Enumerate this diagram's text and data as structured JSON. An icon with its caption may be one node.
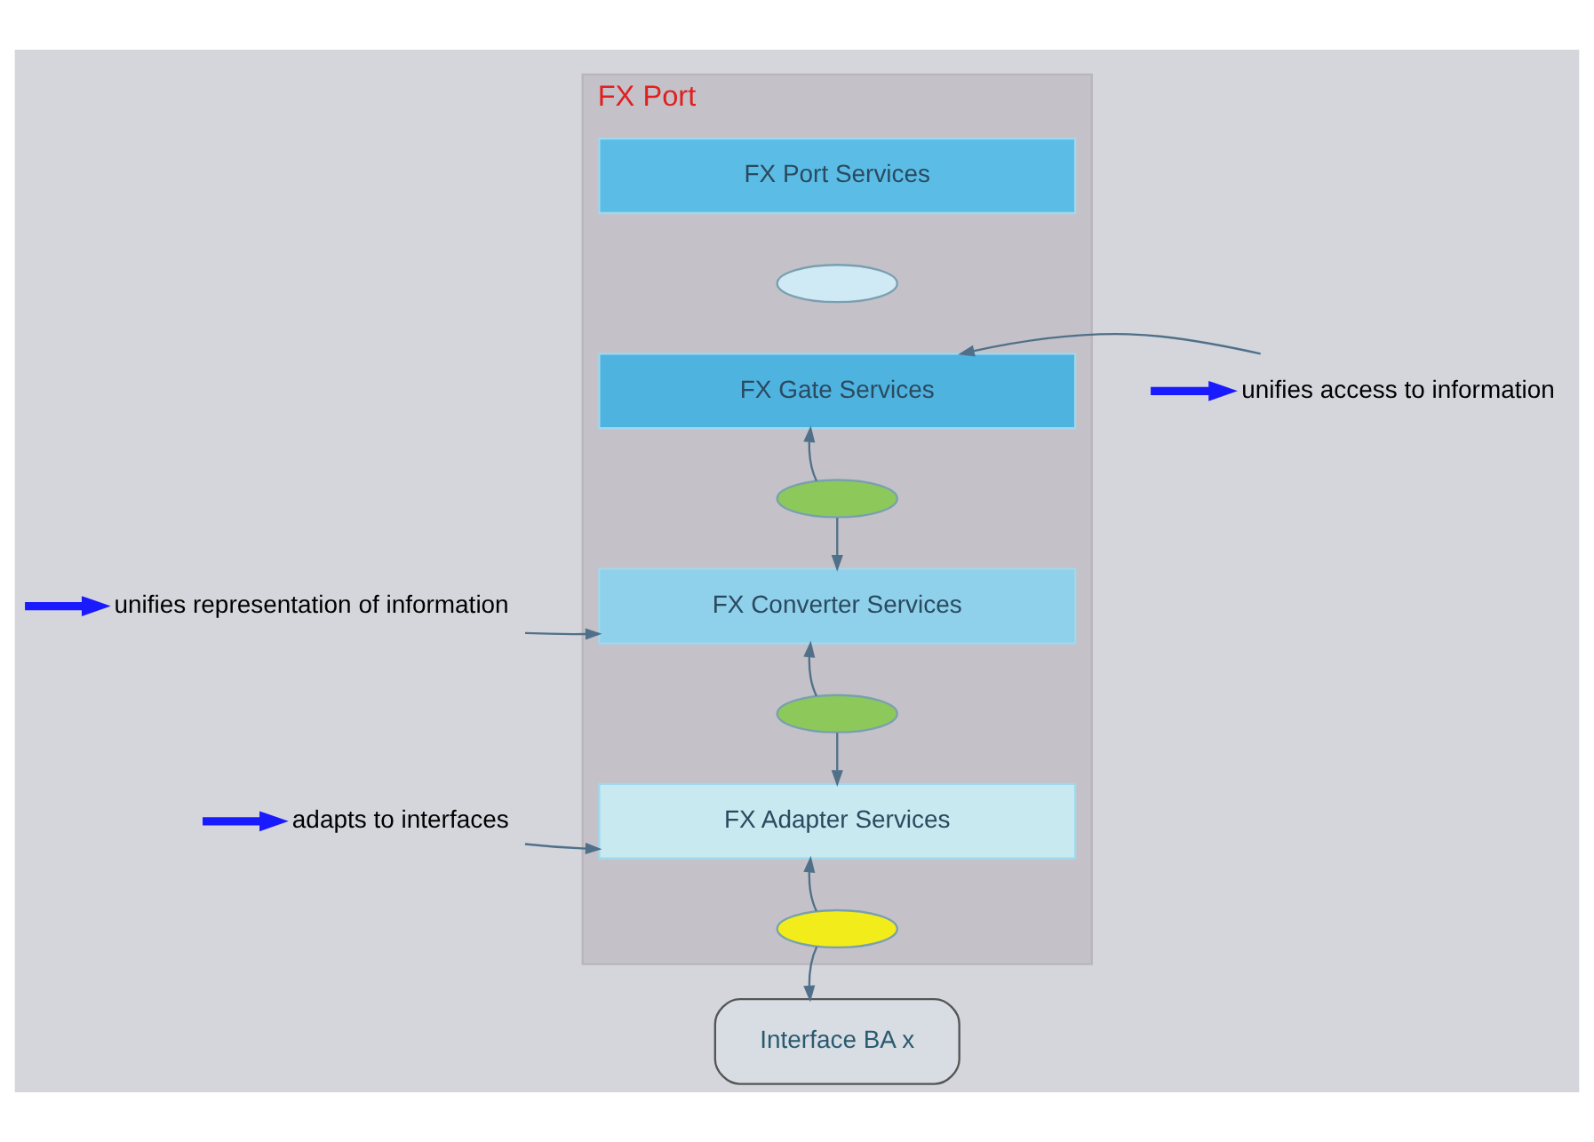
{
  "diagram": {
    "nodes": [
      {
        "text": [
          "FX Port"
        ]
      },
      {
        "text": [
          "FX Port Services"
        ],
        "in": 0
      },
      {
        "text": [],
        "shape": "ellipse",
        "in": 0
      },
      {
        "text": [
          "unifies access to information"
        ]
      },
      {
        "text": [
          "FX Gate Services"
        ],
        "in": 0
      },
      {
        "text": [],
        "shape": "ellipse",
        "in": 0
      },
      {
        "text": [
          "unifies representation of information"
        ]
      },
      {
        "text": [
          "FX Converter Services"
        ],
        "in": 0
      },
      {
        "text": [],
        "shape": "ellipse",
        "in": 0
      },
      {
        "text": [
          "adapts to interfaces"
        ]
      },
      {
        "text": [
          "FX Adapter Services"
        ],
        "in": 0
      },
      {
        "text": [],
        "shape": "ellipse",
        "in": 0
      },
      {
        "text": [
          "Interface BA x"
        ]
      }
    ],
    "edges": [
      {
        "from": null,
        "to": 3,
        "arrow": "to",
        "style": "thick",
        "color": "#1a1aff"
      },
      {
        "from": 3,
        "to": 4,
        "arrow": "to"
      },
      {
        "from": null,
        "to": 6,
        "arrow": "to",
        "style": "thick",
        "color": "#1a1aff"
      },
      {
        "from": 6,
        "to": 7,
        "arrow": "to"
      },
      {
        "from": null,
        "to": 9,
        "arrow": "to",
        "style": "thick",
        "color": "#1a1aff"
      },
      {
        "from": 9,
        "to": 10,
        "arrow": "to"
      },
      {
        "from": 5,
        "to": 4,
        "arrow": "to"
      },
      {
        "from": 5,
        "to": 7,
        "arrow": "to"
      },
      {
        "from": 8,
        "to": 7,
        "arrow": "to"
      },
      {
        "from": 8,
        "to": 10,
        "arrow": "to"
      },
      {
        "from": 11,
        "to": 10,
        "arrow": "to"
      },
      {
        "from": 11,
        "to": 12,
        "arrow": "to"
      }
    ]
  }
}
